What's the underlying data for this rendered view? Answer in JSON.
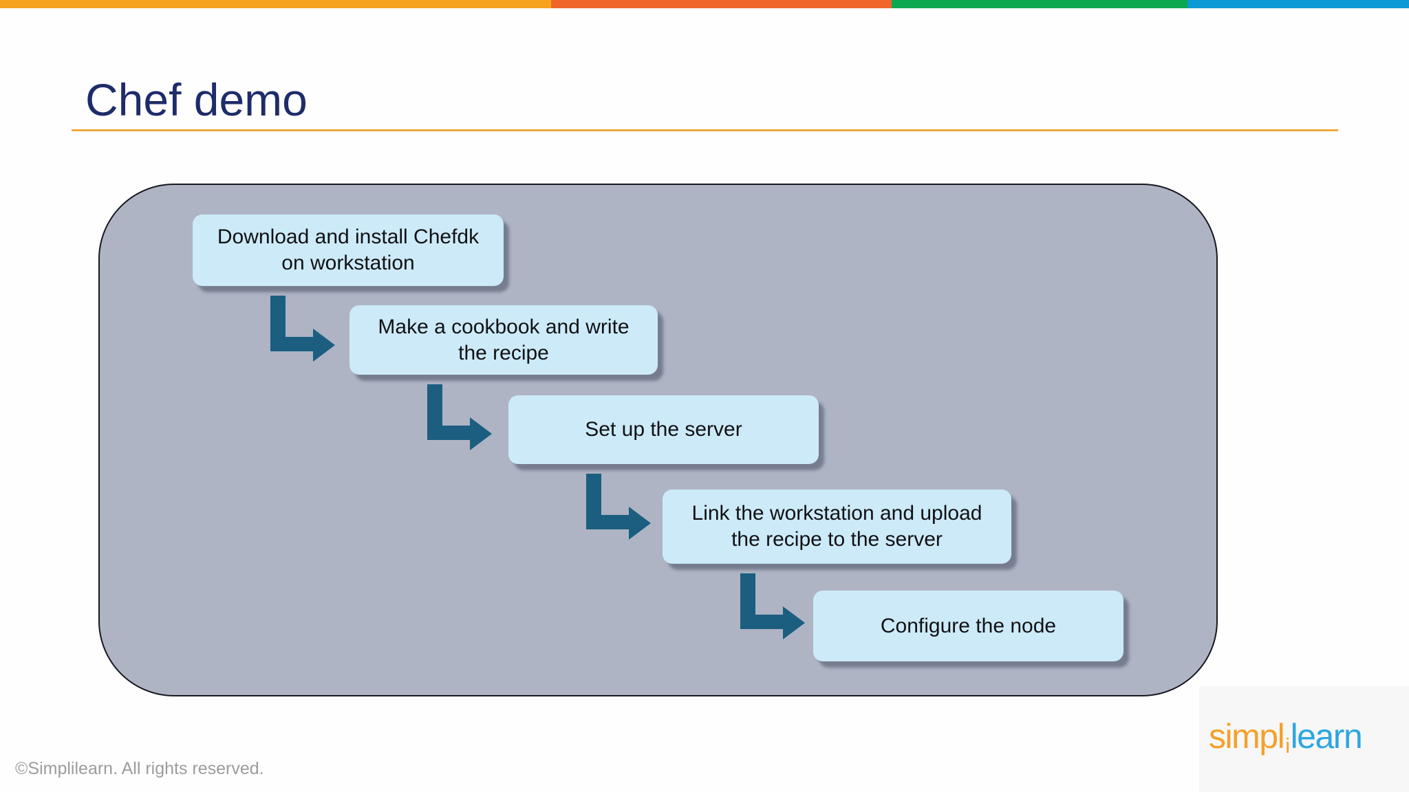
{
  "accent_bar": {
    "segments": [
      {
        "name": "amber",
        "color": "#F6A21E",
        "width_pct": 39.1
      },
      {
        "name": "deep-orange",
        "color": "#F0662A",
        "width_pct": 24.2
      },
      {
        "name": "green",
        "color": "#0BA84F",
        "width_pct": 21.0
      },
      {
        "name": "blue",
        "color": "#0C9AD7",
        "width_pct": 15.7
      }
    ]
  },
  "header": {
    "title": "Chef demo",
    "title_color": "#1E2C6A",
    "rule_color": "#EFA83E"
  },
  "diagram": {
    "panel_color": "#AEB4C4",
    "box_color": "#CDEAF8",
    "arrow_color": "#1C5E80",
    "steps": [
      {
        "lines": [
          "Download and install Chefdk",
          "on workstation"
        ]
      },
      {
        "lines": [
          "Make a cookbook and write",
          "the recipe"
        ]
      },
      {
        "lines": [
          "Set up the server"
        ]
      },
      {
        "lines": [
          "Link the workstation and upload",
          "the recipe to the server"
        ]
      },
      {
        "lines": [
          "Configure the node"
        ]
      }
    ]
  },
  "footer": {
    "copyright": "©Simplilearn. All rights reserved.",
    "logo": {
      "prefix": "simpl",
      "mid": "i",
      "suffix": "learn",
      "prefix_color": "#F5A02B",
      "suffix_color": "#2CA6DF"
    }
  }
}
